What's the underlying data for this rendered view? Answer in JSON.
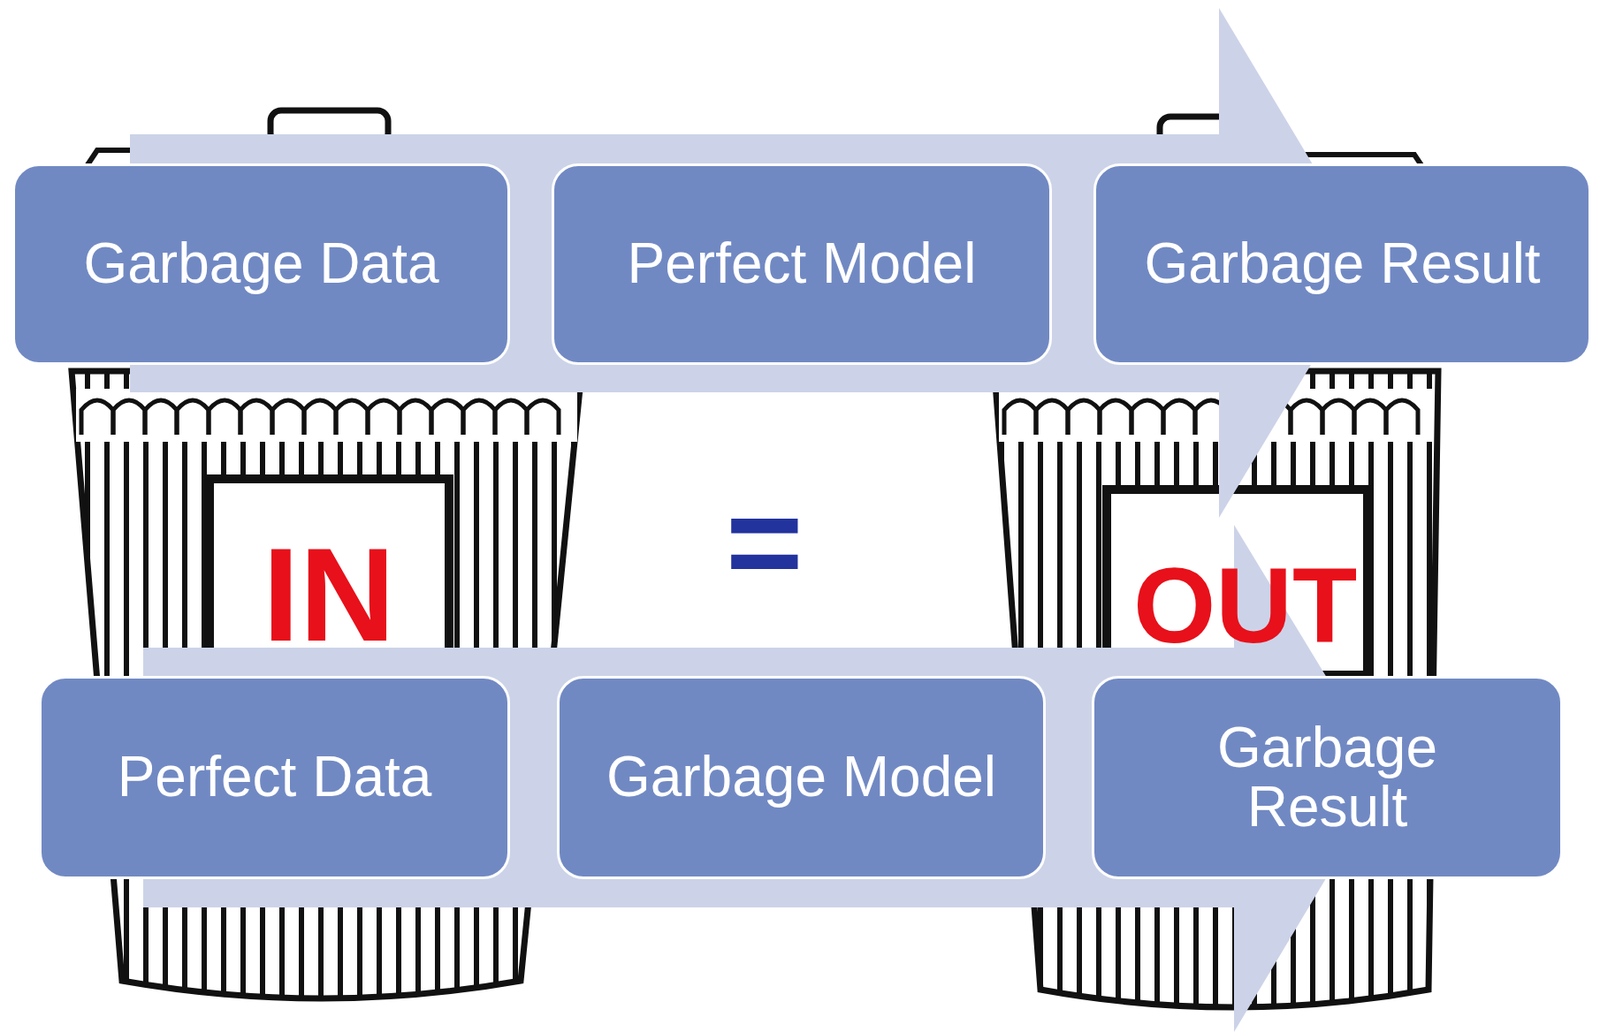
{
  "diagram": {
    "nodes": [
      {
        "text": [
          "Garbage Data"
        ]
      },
      {
        "text": [
          "Perfect Model"
        ]
      },
      {
        "text": [
          "Garbage Result"
        ]
      },
      {
        "text": [
          "Perfect Data"
        ]
      },
      {
        "text": [
          "Garbage Model"
        ]
      },
      {
        "text": [
          "Garbage Result"
        ]
      }
    ],
    "labels": [
      "IN",
      "=",
      "OUT"
    ]
  }
}
